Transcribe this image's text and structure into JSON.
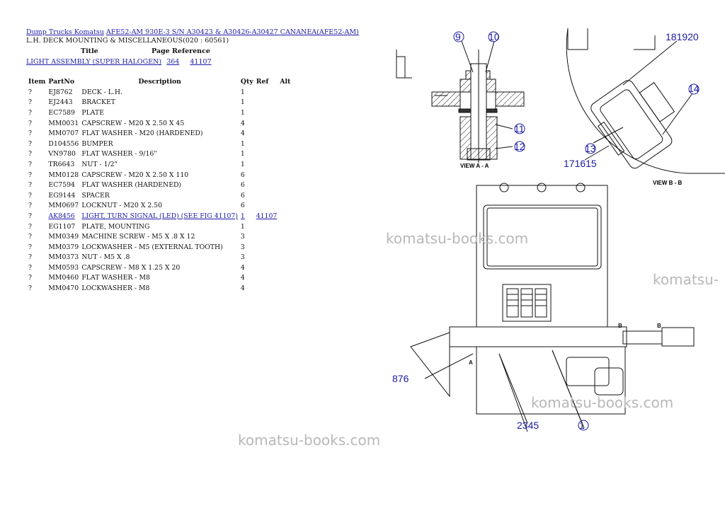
{
  "breadcrumb": {
    "root": "Dump Trucks Komatsu",
    "model": "AFE52-AM 930E-3 S/N A30423 & A30426-A30427 CANANEA(AFE52-AM)"
  },
  "subtitle": "L.H. DECK MOUNTING & MISCELLANEOUS(020 : 60561)",
  "references": {
    "headers": {
      "title": "Title",
      "page_reference": "Page Reference"
    },
    "rows": [
      {
        "title": "LIGHT ASSEMBLY (SUPER HALOGEN)",
        "page": "364",
        "ref": "41107"
      }
    ]
  },
  "parts_table": {
    "headers": {
      "item": "Item",
      "partno": "PartNo",
      "description": "Description",
      "qty": "Qty",
      "ref": "Ref",
      "alt": "Alt"
    },
    "rows": [
      {
        "item": "?",
        "partno": "EJ8762",
        "description": "DECK - L.H.",
        "qty": "1",
        "ref": ""
      },
      {
        "item": "?",
        "partno": "EJ2443",
        "description": "BRACKET",
        "qty": "1",
        "ref": ""
      },
      {
        "item": "?",
        "partno": "EC7589",
        "description": "PLATE",
        "qty": "1",
        "ref": ""
      },
      {
        "item": "?",
        "partno": "MM0031",
        "description": "CAPSCREW - M20 X 2.50 X 45",
        "qty": "4",
        "ref": ""
      },
      {
        "item": "?",
        "partno": "MM0707",
        "description": "FLAT WASHER - M20 (HARDENED)",
        "qty": "4",
        "ref": ""
      },
      {
        "item": "?",
        "partno": "D104556",
        "description": "BUMPER",
        "qty": "1",
        "ref": ""
      },
      {
        "item": "?",
        "partno": "VN9780",
        "description": "FLAT WASHER - 9/16\"",
        "qty": "1",
        "ref": ""
      },
      {
        "item": "?",
        "partno": "TR6643",
        "description": "NUT - 1/2\"",
        "qty": "1",
        "ref": ""
      },
      {
        "item": "?",
        "partno": "MM0128",
        "description": "CAPSCREW - M20 X 2.50 X 110",
        "qty": "6",
        "ref": ""
      },
      {
        "item": "?",
        "partno": "EC7594",
        "description": "FLAT WASHER (HARDENED)",
        "qty": "6",
        "ref": ""
      },
      {
        "item": "?",
        "partno": "EG9144",
        "description": "SPACER",
        "qty": "6",
        "ref": ""
      },
      {
        "item": "?",
        "partno": "MM0697",
        "description": "LOCKNUT - M20 X 2.50",
        "qty": "6",
        "ref": ""
      },
      {
        "item": "?",
        "partno": "AK8456",
        "description": "LIGHT, TURN SIGNAL (LED) (SEE FIG 41107)",
        "qty": "1",
        "ref": "41107",
        "link": true
      },
      {
        "item": "?",
        "partno": "EG1107",
        "description": "PLATE, MOUNTING",
        "qty": "1",
        "ref": ""
      },
      {
        "item": "?",
        "partno": "MM0349",
        "description": "MACHINE SCREW - M5 X .8 X 12",
        "qty": "3",
        "ref": ""
      },
      {
        "item": "?",
        "partno": "MM0379",
        "description": "LOCKWASHER - M5 (EXTERNAL TOOTH)",
        "qty": "3",
        "ref": ""
      },
      {
        "item": "?",
        "partno": "MM0373",
        "description": "NUT - M5 X .8",
        "qty": "3",
        "ref": ""
      },
      {
        "item": "?",
        "partno": "MM0593",
        "description": "CAPSCREW - M8 X 1.25 X 20",
        "qty": "4",
        "ref": ""
      },
      {
        "item": "?",
        "partno": "MM0460",
        "description": "FLAT WASHER - M8",
        "qty": "4",
        "ref": ""
      },
      {
        "item": "?",
        "partno": "MM0470",
        "description": "LOCKWASHER - M8",
        "qty": "4",
        "ref": ""
      }
    ]
  },
  "drawing": {
    "view_a_label": "VIEW A - A",
    "view_b_label": "VIEW B - B",
    "callouts": {
      "c9": "9",
      "c10": "10",
      "c11": "11",
      "c12": "12",
      "c181920": "181920",
      "c14": "14",
      "c13": "13",
      "c171615": "171615",
      "c876": "876",
      "c2345": "2345",
      "c1": "1",
      "sec_a": "A",
      "sec_b": "B"
    }
  },
  "watermarks": [
    "komatsu-books.com",
    "komatsu-",
    "komatsu-books.com",
    "komatsu-books.com"
  ]
}
